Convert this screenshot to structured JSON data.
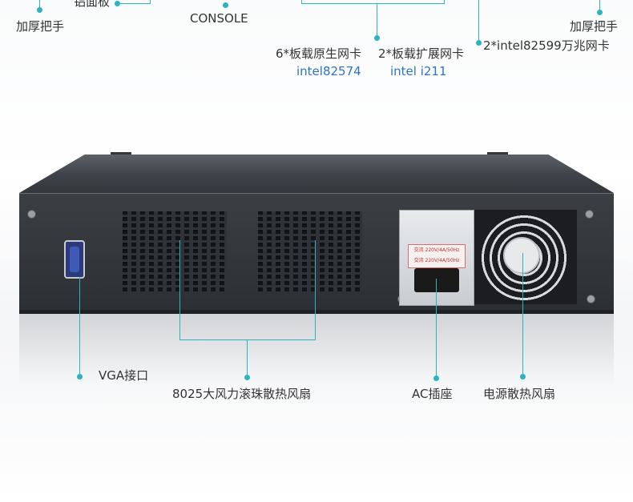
{
  "labels": {
    "handle_left": "加厚把手",
    "panel_top": "铝面板",
    "console": "CONSOLE",
    "nic_onboard_title": "6*板载原生网卡",
    "nic_onboard_model": "intel82574",
    "nic_ext_title": "2*板载扩展网卡",
    "nic_ext_model": "intel i211",
    "nic_10g": "2*intel82599万兆网卡",
    "handle_right": "加厚把手",
    "vga": "VGA接口",
    "fans": "8025大风力滚珠散热风扇",
    "ac": "AC插座",
    "psu_fan": "电源散热风扇"
  },
  "psu_label_lines": [
    "交流 220V/4A/50Hz",
    "交流 220V/4A/50Hz"
  ],
  "colors": {
    "callout": "#2bb3c4",
    "model_text": "#2b74c4"
  }
}
